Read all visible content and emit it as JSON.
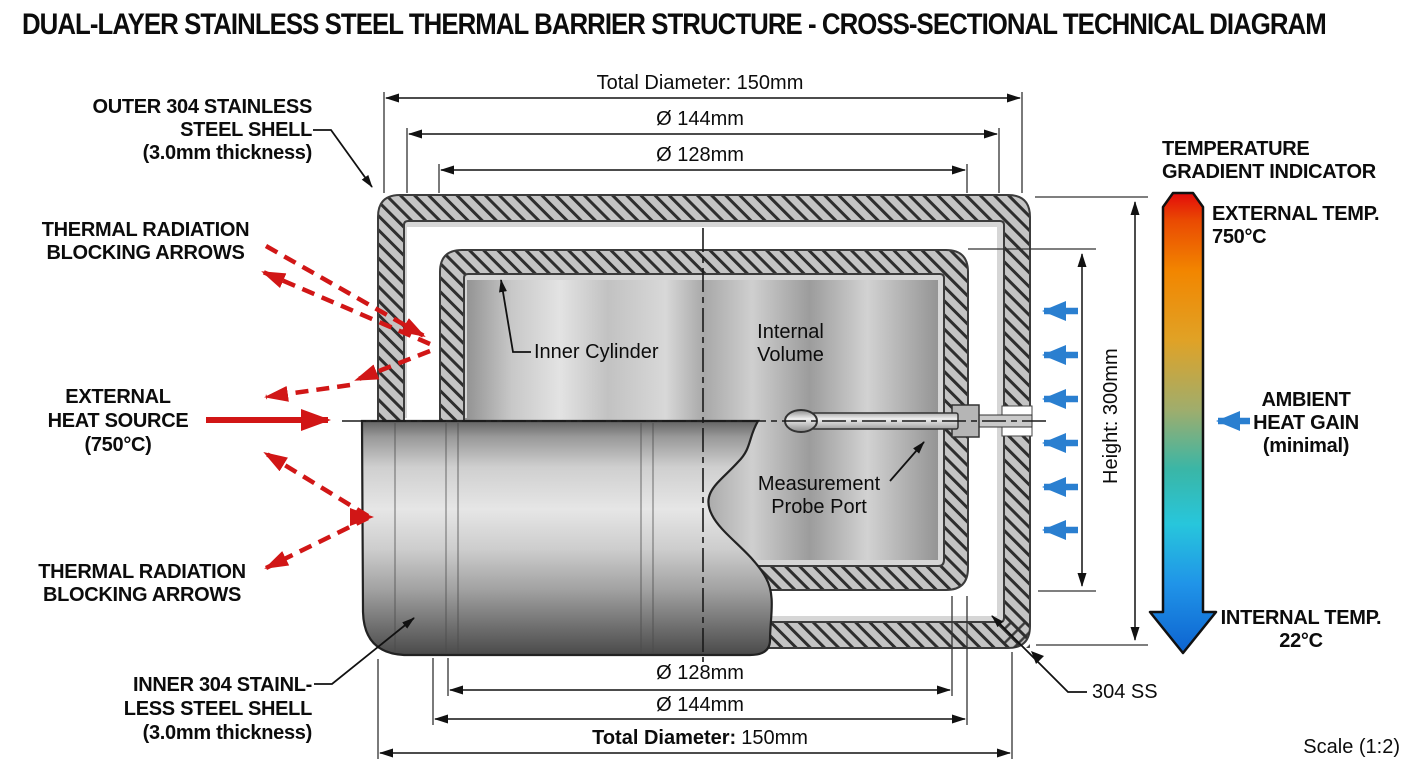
{
  "title": "DUAL-LAYER STAINLESS STEEL THERMAL BARRIER STRUCTURE - CROSS-SECTIONAL TECHNICAL DIAGRAM",
  "dimensions": {
    "top_total": "Total Diameter: 150mm",
    "top_d144": "Ø 144mm",
    "top_d128": "Ø 128mm",
    "bottom_d128": "Ø 128mm",
    "bottom_d144": "Ø 144mm",
    "bottom_total_label": "Total Diameter:",
    "bottom_total_value": "150mm",
    "height": "Height: 300mm"
  },
  "labels": {
    "outer_shell": {
      "line1": "OUTER 304 STAINLESS",
      "line2": "STEEL SHELL",
      "line3": "(3.0mm thickness)"
    },
    "thermal_top": {
      "line1": "THERMAL RADIATION",
      "line2": "BLOCKING ARROWS"
    },
    "heat_source": {
      "line1": "EXTERNAL",
      "line2": "HEAT SOURCE",
      "line3": "(750°C)"
    },
    "thermal_bottom": {
      "line1": "THERMAL RADIATION",
      "line2": "BLOCKING ARROWS"
    },
    "inner_shell": {
      "line1": "INNER 304 STAINL-",
      "line2": "LESS STEEL SHELL",
      "line3": "(3.0mm thickness)"
    },
    "inner_cylinder": "Inner Cylinder",
    "internal_volume": {
      "line1": "Internal",
      "line2": "Volume"
    },
    "probe_port": {
      "line1": "Measurement",
      "line2": "Probe Port"
    },
    "material": "304 SS",
    "scale": "Scale (1:2)"
  },
  "temperature_indicator": {
    "title": {
      "line1": "TEMPERATURE",
      "line2": "GRADIENT INDICATOR"
    },
    "external": {
      "line1": "EXTERNAL TEMP.",
      "line2": "750°C"
    },
    "ambient": {
      "line1": "AMBIENT",
      "line2": "HEAT GAIN",
      "line3": "(minimal)"
    },
    "internal": {
      "line1": "INTERNAL TEMP.",
      "line2": "22°C"
    },
    "gradient_colors": [
      "#e30b0b",
      "#ea4a02",
      "#f28600",
      "#e0a226",
      "#a0ad6c",
      "#3ab6a6",
      "#27c6dc",
      "#2094e8",
      "#0d63d0"
    ]
  },
  "colors": {
    "radiation_arrow": "#d11616",
    "ambient_arrow": "#2a7fd0",
    "background": "#ffffff"
  }
}
